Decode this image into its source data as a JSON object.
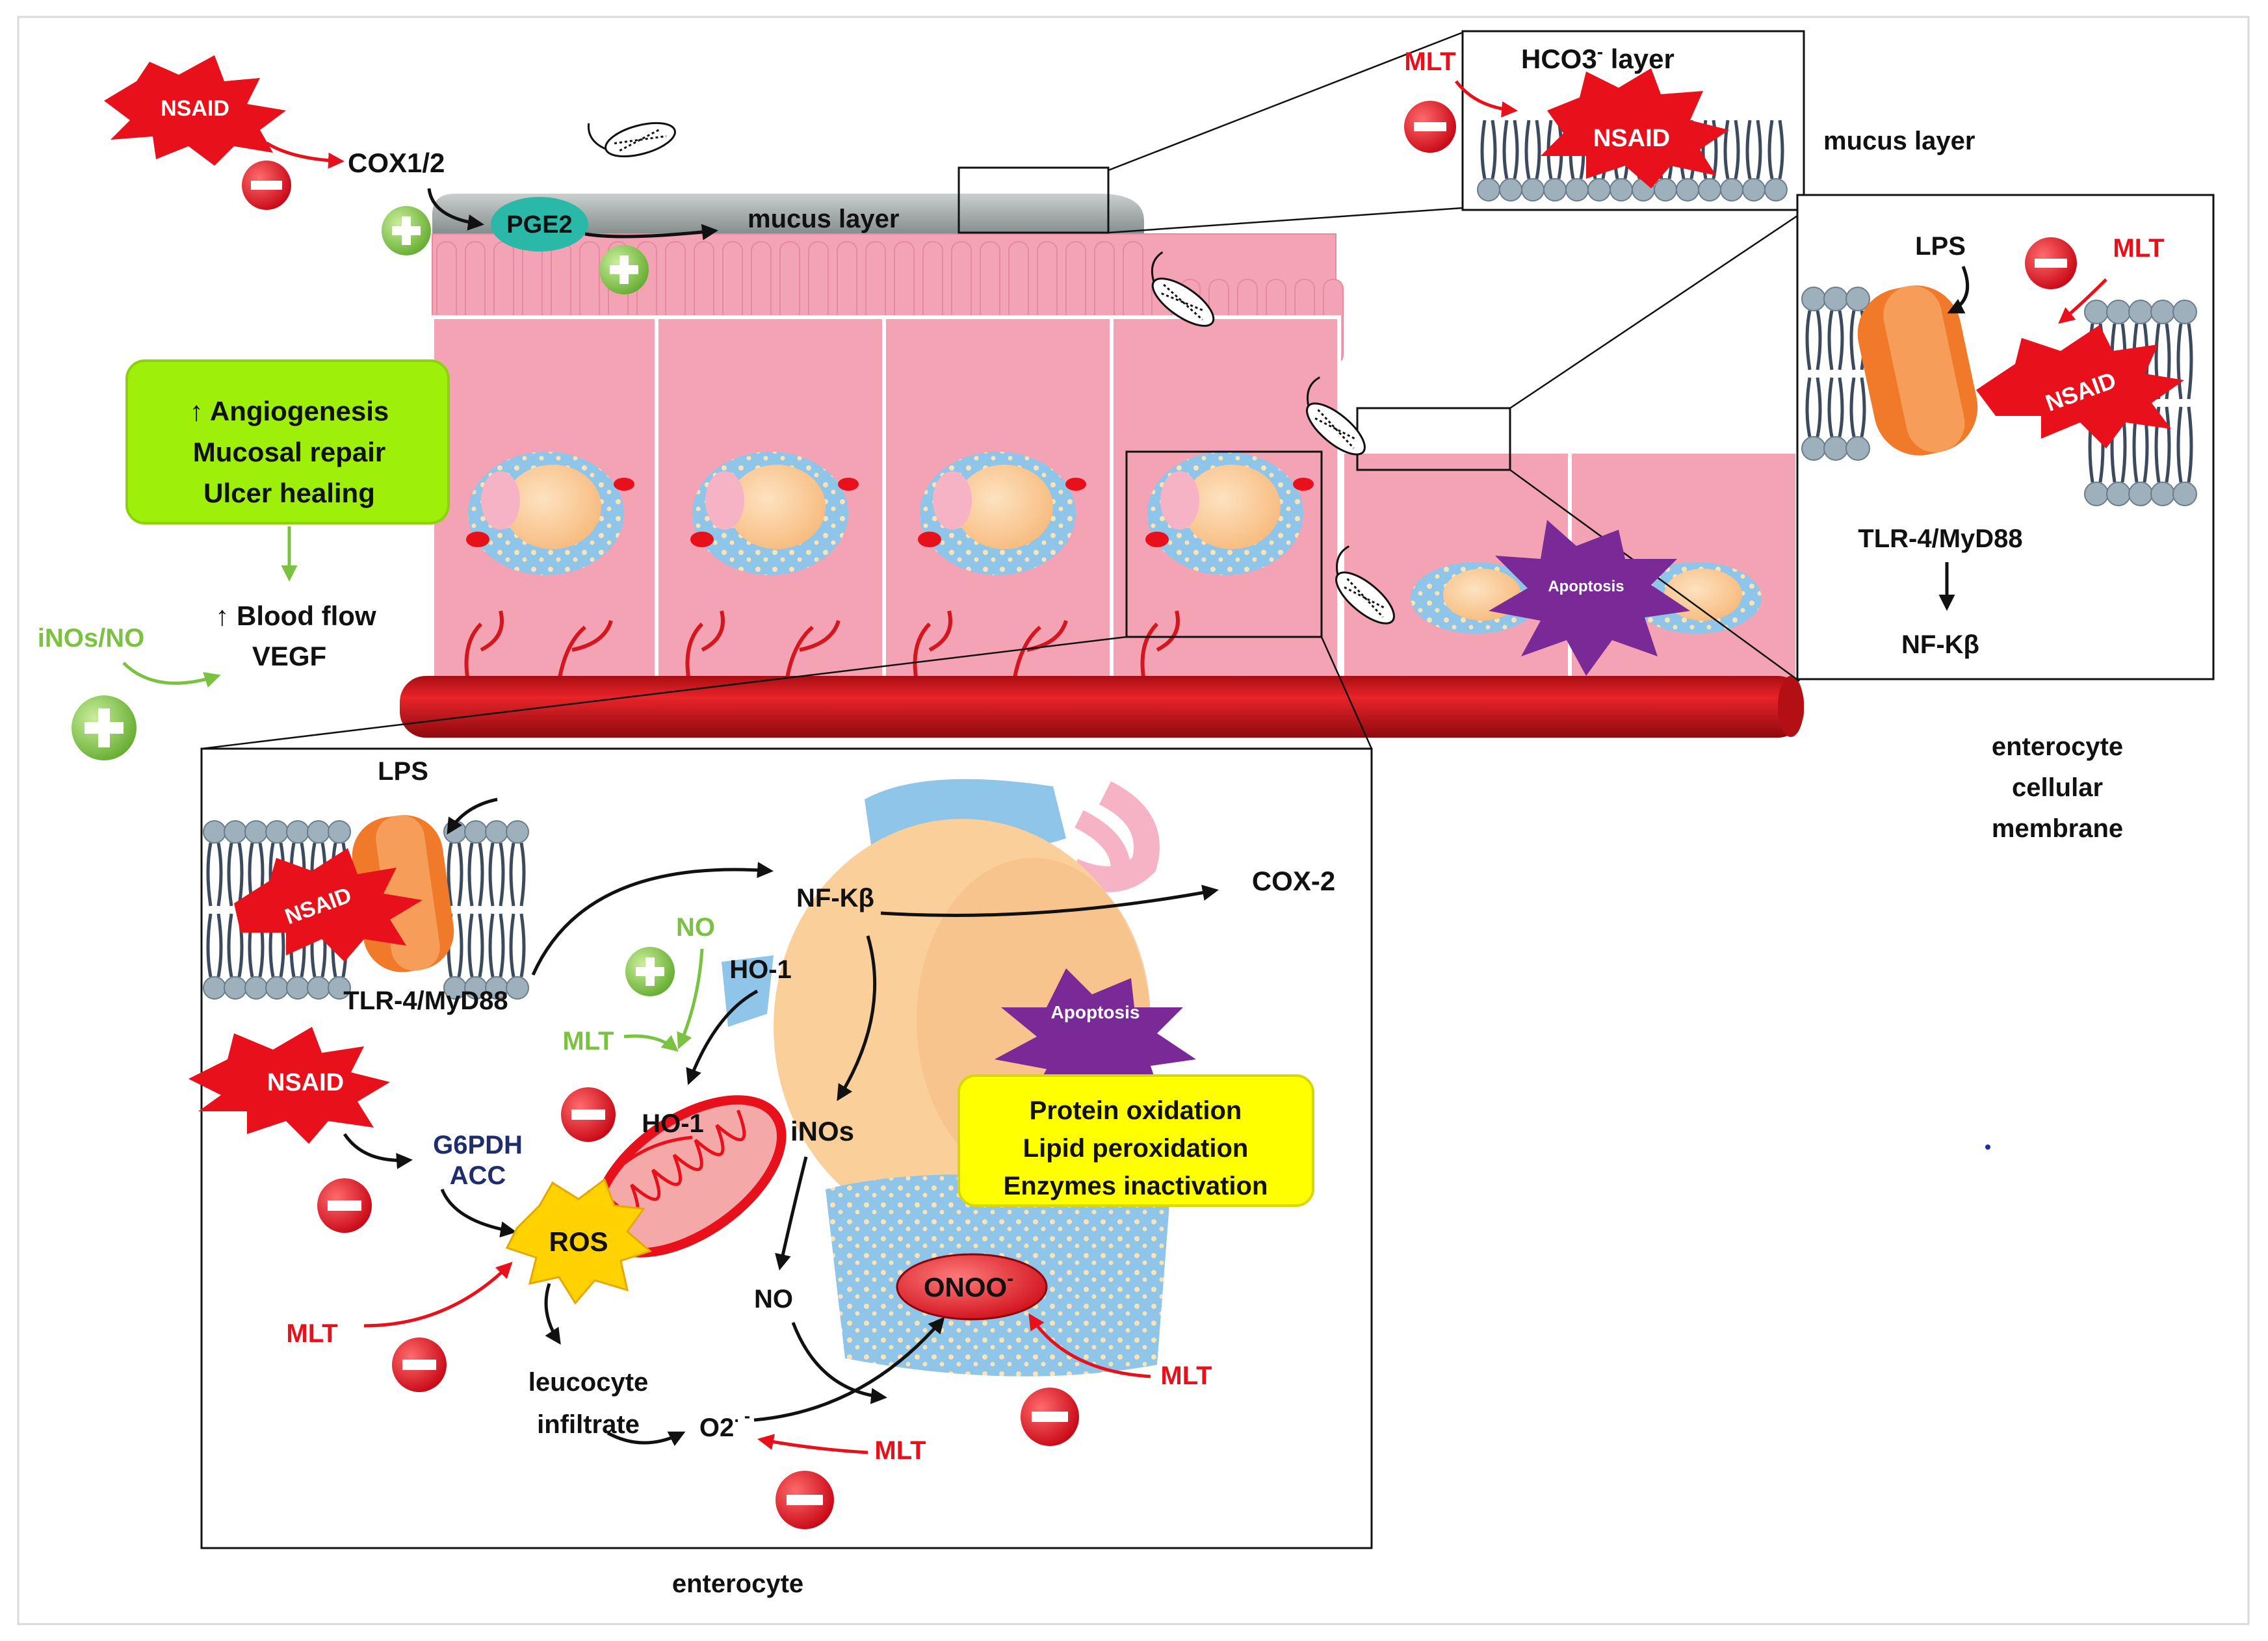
{
  "colors": {
    "red": "#e8101a",
    "green": "#7cc242",
    "pink": "#f4a3b4",
    "vessel": "#d4171e",
    "mucus": "#9aa3a2",
    "pge2": "#2ab8a8",
    "apoptosis": "#7a2a96",
    "box_green": "#9ef00a",
    "box_yellow": "#ffff00",
    "tlr": "#f07a2a",
    "membrane": "#3b4a5e",
    "lipid_head": "#9fb0bd",
    "ros": "#ffd200",
    "onoo": "#e8101a"
  },
  "top": {
    "nsaid": "NSAID",
    "cox": "COX1/2",
    "pge2": "PGE2",
    "mucus_layer": "mucus layer",
    "apoptosis": "Apoptosis",
    "green_box": [
      "↑ Angiogenesis",
      "Mucosal repair",
      "Ulcer healing"
    ],
    "blood_flow": "↑ Blood flow",
    "vegf": "VEGF",
    "inos_no": "iNOs/NO"
  },
  "inset_mucus": {
    "mlt": "MLT",
    "hco3_base": "HCO3",
    "hco3_sup": "-",
    "hco3_tail": " layer",
    "nsaid": "NSAID",
    "outside_label": "mucus layer"
  },
  "inset_membrane": {
    "lps": "LPS",
    "mlt": "MLT",
    "nsaid": "NSAID",
    "tlr": "TLR-4/MyD88",
    "nfkb": "NF-Kβ",
    "caption": [
      "enterocyte",
      "cellular",
      "membrane"
    ]
  },
  "inset_enterocyte": {
    "lps": "LPS",
    "nsaid_membrane": "NSAID",
    "tlr": "TLR-4/MyD88",
    "nfkb": "NF-Kβ",
    "cox2": "COX-2",
    "no_green": "NO",
    "ho1_top": "HO-1",
    "mlt_green": "MLT",
    "apoptosis": "Apoptosis",
    "nsaid": "NSAID",
    "g6pdh": "G6PDH",
    "acc": "ACC",
    "ho1_mid": "HO-1",
    "inos": "iNOs",
    "ros": "ROS",
    "box_yellow": [
      "Protein oxidation",
      "Lipid peroxidation",
      "Enzymes inactivation"
    ],
    "no": "NO",
    "onoo": "ONOO",
    "onoo_sup": "-",
    "mlt_left": "MLT",
    "mlt_right": "MLT",
    "mlt_bottom": "MLT",
    "leucocyte": [
      "leucocyte",
      "infiltrate"
    ],
    "o2": "O2",
    "o2_sup": ". -",
    "caption": "enterocyte"
  }
}
